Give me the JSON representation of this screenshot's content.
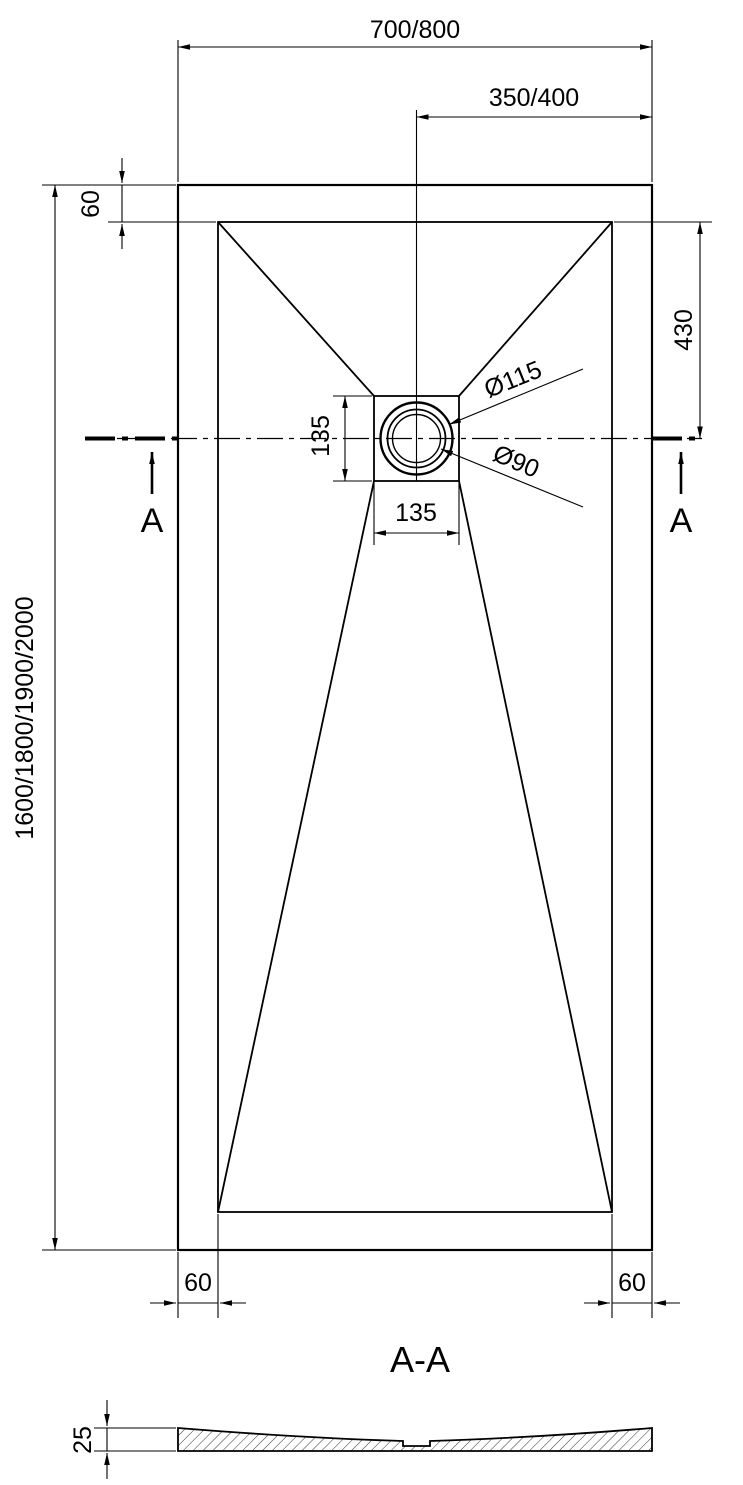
{
  "colors": {
    "line": "#000000",
    "background": "#ffffff"
  },
  "top_view": {
    "dim_overall_width": "700/800",
    "dim_drain_offset": "350/400",
    "dim_top_wall": "60",
    "dim_drain_from_top": "430",
    "dim_drain_square_height": "135",
    "dim_drain_square_width": "135",
    "label_drain_outer_diameter": "Ø115",
    "label_drain_inner_diameter": "Ø90",
    "dim_overall_length": "1600/1800/1900/2000",
    "dim_bottom_wall_left": "60",
    "dim_bottom_wall_right": "60",
    "section_label_left": "A",
    "section_label_right": "A"
  },
  "section_view": {
    "title": "A-A",
    "dim_thickness": "25"
  }
}
